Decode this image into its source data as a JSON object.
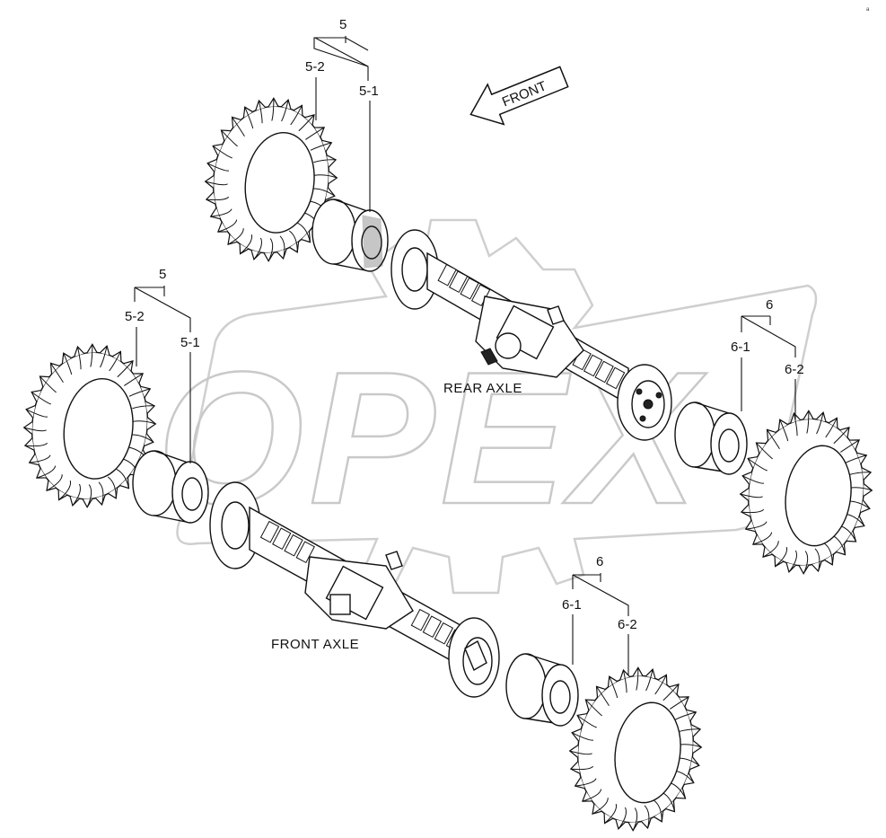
{
  "watermark": {
    "text": "OPEX"
  },
  "direction_arrow": {
    "label": "FRONT"
  },
  "axles": {
    "rear": {
      "label": "REAR AXLE"
    },
    "front": {
      "label": "FRONT AXLE"
    }
  },
  "callouts": {
    "upper_left": {
      "group": "5",
      "rim": "5-1",
      "tire": "5-2"
    },
    "middle_left": {
      "group": "5",
      "rim": "5-1",
      "tire": "5-2"
    },
    "middle_right": {
      "group": "6",
      "rim": "6-1",
      "tire": "6-2"
    },
    "lower_right": {
      "group": "6",
      "rim": "6-1",
      "tire": "6-2"
    }
  },
  "corner_mark": {
    "text": "a  "
  }
}
